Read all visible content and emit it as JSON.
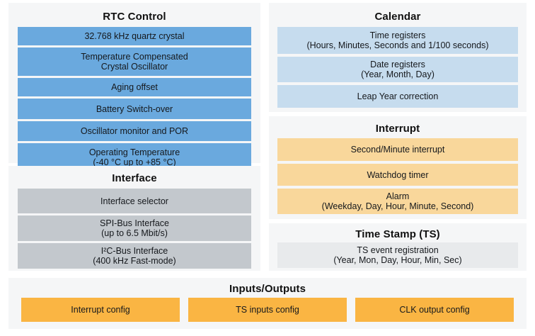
{
  "diagram": {
    "background": "#ffffff",
    "panel_background": "#f5f6f7",
    "colors": {
      "rtc_blue": "#6aa9de",
      "calendar_light_blue": "#c6dcee",
      "interface_gray": "#c3c8cd",
      "interrupt_peach": "#f9d79b",
      "io_amber": "#fab543",
      "timestamp_ghost": "#e8eaec"
    }
  },
  "panels": {
    "rtc_control": {
      "title": "RTC Control",
      "blocks": [
        {
          "line1": "32.768 kHz quartz crystal",
          "line2": "",
          "height": 26
        },
        {
          "line1": "Temperature Compensated",
          "line2": "Crystal Oscillator",
          "height": 40
        },
        {
          "line1": "Aging offset",
          "line2": "",
          "height": 26
        },
        {
          "line1": "Battery Switch-over",
          "line2": "",
          "height": 29
        },
        {
          "line1": "Oscillator monitor and POR",
          "line2": "",
          "height": 28
        },
        {
          "line1": "Operating Temperature",
          "line2": "(-40 °C up to +85 °C)",
          "height": 40
        }
      ]
    },
    "interface": {
      "title": "Interface",
      "blocks": [
        {
          "line1": "Interface selector",
          "line2": "",
          "height": 35
        },
        {
          "line1": "SPI-Bus Interface",
          "line2": "(up to 6.5 Mbit/s)",
          "height": 36
        },
        {
          "line1": "I²C-Bus Interface",
          "line2": "(400 kHz Fast-mode)",
          "height": 36
        }
      ]
    },
    "calendar": {
      "title": "Calendar",
      "blocks": [
        {
          "line1": "Time registers",
          "line2": "(Hours, Minutes, Seconds and 1/100 seconds)",
          "height": 38
        },
        {
          "line1": "Date registers",
          "line2": "(Year, Month, Day)",
          "height": 36
        },
        {
          "line1": "Leap Year correction",
          "line2": "",
          "height": 32
        }
      ]
    },
    "interrupt": {
      "title": "Interrupt",
      "blocks": [
        {
          "line1": "Second/Minute interrupt",
          "line2": "",
          "height": 32
        },
        {
          "line1": "Watchdog timer",
          "line2": "",
          "height": 31
        },
        {
          "line1": "Alarm",
          "line2": "(Weekday, Day, Hour, Minute, Second)",
          "height": 36
        }
      ]
    },
    "time_stamp": {
      "title": "Time Stamp (TS)",
      "blocks": [
        {
          "line1": "TS event registration",
          "line2": "(Year, Mon, Day, Hour, Min, Sec)",
          "height": 36
        }
      ]
    },
    "inputs_outputs": {
      "title": "Inputs/Outputs",
      "blocks": [
        {
          "line1": "Interrupt config",
          "line2": ""
        },
        {
          "line1": "TS inputs config",
          "line2": ""
        },
        {
          "line1": "CLK output config",
          "line2": ""
        }
      ]
    }
  }
}
